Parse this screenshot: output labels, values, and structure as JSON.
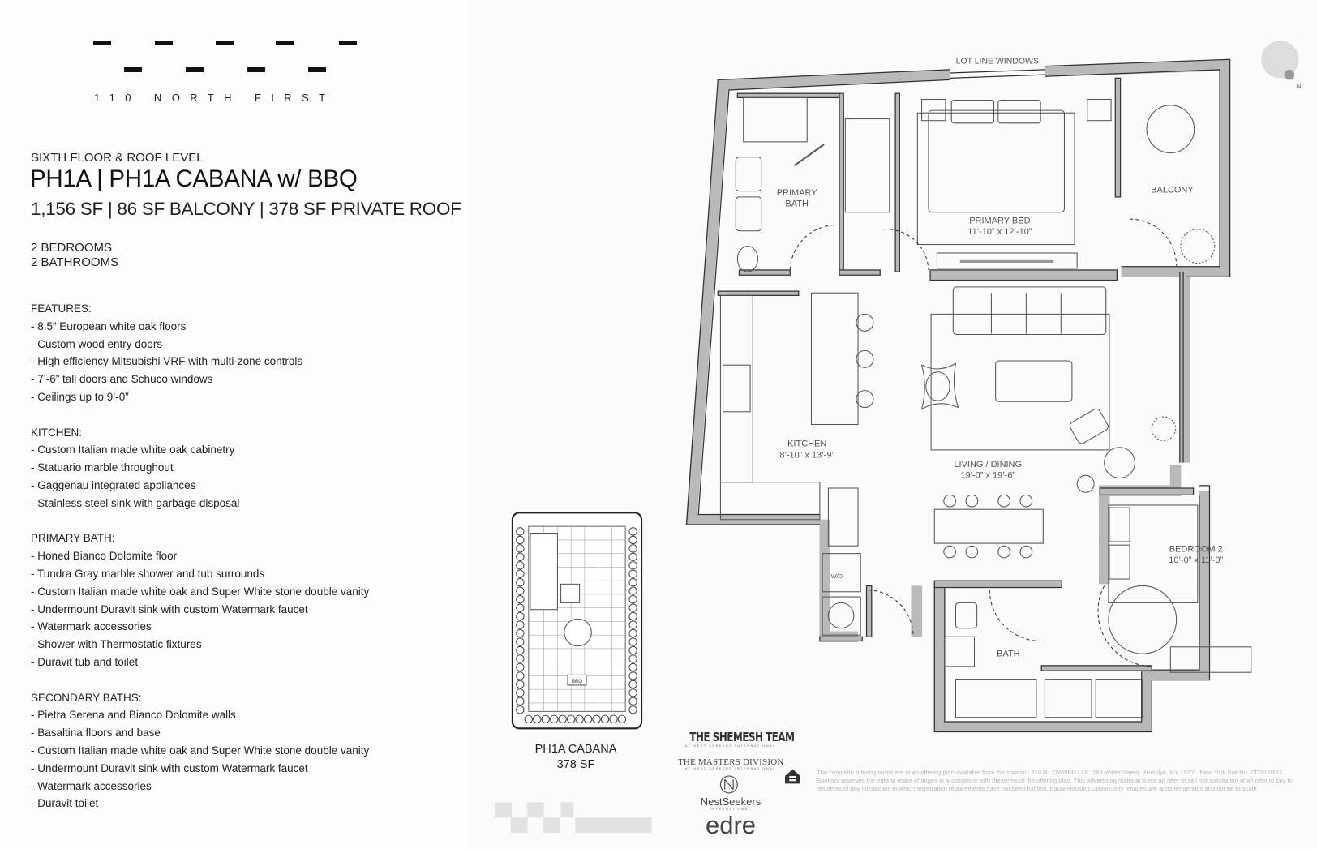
{
  "brand": {
    "name": "110 NORTH FIRST"
  },
  "header": {
    "level": "SIXTH FLOOR & ROOF LEVEL",
    "title": "PH1A | PH1A CABANA w/ BBQ",
    "size_line": "1,156 SF | 86 SF BALCONY | 378 SF PRIVATE ROOF",
    "bedrooms": "2 BEDROOMS",
    "bathrooms": "2 BATHROOMS"
  },
  "sections": [
    {
      "heading": "FEATURES:",
      "items": [
        "- 8.5” European white oak floors",
        "- Custom wood entry doors",
        "- High efficiency Mitsubishi VRF with multi-zone controls",
        "- 7’-6” tall doors and Schuco windows",
        "- Ceilings up to 9’-0”"
      ]
    },
    {
      "heading": "KITCHEN:",
      "items": [
        "- Custom Italian made white oak cabinetry",
        "- Statuario marble throughout",
        "- Gaggenau integrated appliances",
        "- Stainless steel sink with garbage disposal"
      ]
    },
    {
      "heading": "PRIMARY BATH:",
      "items": [
        "- Honed Bianco Dolomite floor",
        "- Tundra Gray marble shower and tub surrounds",
        "- Custom Italian made white oak and Super White stone double vanity",
        "- Undermount Duravit sink with custom Watermark faucet",
        "- Watermark accessories",
        "- Shower with Thermostatic fixtures",
        "- Duravit tub and toilet"
      ]
    },
    {
      "heading": "SECONDARY BATHS:",
      "items": [
        "- Pietra Serena and Bianco Dolomite walls",
        "- Basaltina floors and base",
        "- Custom Italian made white oak and Super White stone double vanity",
        "- Undermount Duravit sink with custom Watermark faucet",
        "- Watermark accessories",
        "- Duravit toilet"
      ]
    }
  ],
  "plan": {
    "lot_line": "LOT LINE WINDOWS",
    "compass": "N",
    "rooms": {
      "primary_bath": [
        "PRIMARY",
        "BATH"
      ],
      "primary_bed": {
        "name": "PRIMARY BED",
        "dims": "11’-10” x 12’-10”"
      },
      "balcony": "BALCONY",
      "kitchen": {
        "name": "KITCHEN",
        "dims": "8’-10” x 13’-9”"
      },
      "living": {
        "name": "LIVING / DINING",
        "dims": "19’-0” x 19’-6”"
      },
      "bedroom2": {
        "name": "BEDROOM 2",
        "dims": "10’-0” x 11’-0”"
      },
      "bath": "BATH",
      "wd": "W/D"
    }
  },
  "cabana": {
    "name": "PH1A CABANA",
    "area": "378 SF",
    "bbq": "BBQ"
  },
  "logos": {
    "team": "THE SHEMESH TEAM",
    "team_sub": "AT NEST SEEKERS INTERNATIONAL",
    "division": "THE MASTERS DIVISION",
    "division_sub": "AT NEST SEEKERS INTERNATIONAL",
    "nest": "NestSeekers",
    "nest_sub": "INTERNATIONAL",
    "edre": "edre"
  },
  "disclaimer": "The complete offering terms are in an offering plan available from the sponsor. 110 N1 OWNER LLC, 288 Water Street, Brooklyn, NY 11201. New York File No. CD22-0157. Sponsor reserves the right to make changes in accordance with the terms of the offering plan. This advertising material is not an offer to sell nor solicitation of an offer to buy to residents of any jurisdiction in which registration requirements have not been fulfilled. Equal Housing Opportunity. Images are artist renderings and not be to scale.",
  "colors": {
    "wall": "#b9b9b9",
    "line": "#555555",
    "text": "#1a1a1a"
  }
}
